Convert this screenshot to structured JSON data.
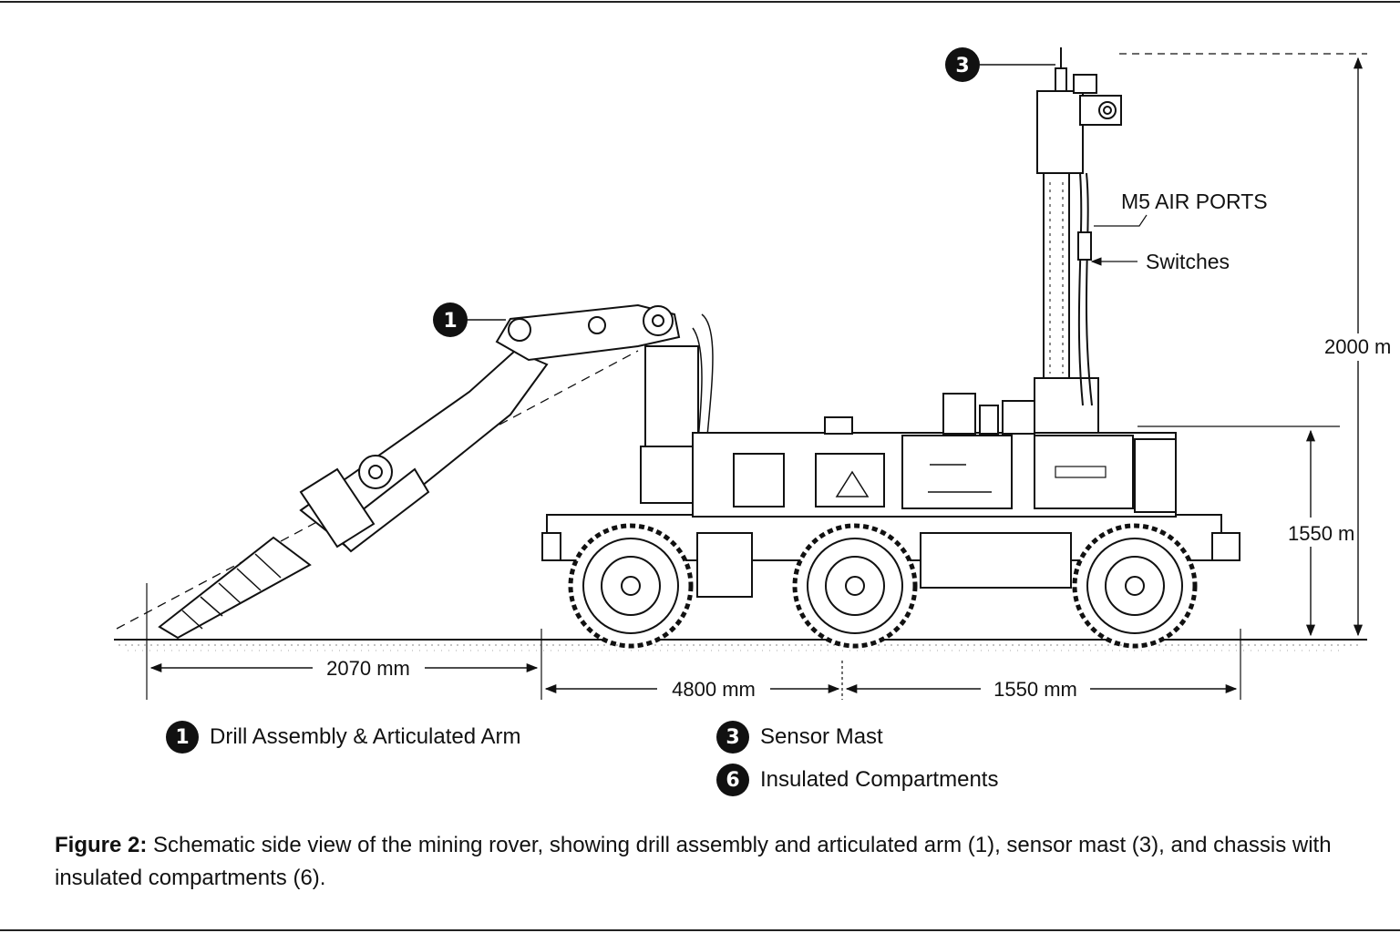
{
  "callouts": {
    "arm_badge": "1",
    "mast_badge": "3",
    "air_ports": "M5 AIR PORTS",
    "switches": "Switches"
  },
  "dimensions": {
    "drill_reach": "2070 mm",
    "wheelbase": "4800 mm",
    "rear_length": "1550 mm",
    "total_height": "2000 m",
    "body_height": "1550 m"
  },
  "legend": [
    {
      "number": "1",
      "label": "Drill Assembly & Articulated Arm"
    },
    {
      "number": "3",
      "label": "Sensor Mast"
    },
    {
      "number": "6",
      "label": "Insulated Compartments"
    }
  ],
  "caption": {
    "lead": "Figure 2:",
    "text": " Schematic side view of the mining rover, showing drill assembly and articulated arm (1), sensor mast (3), and chassis with insulated compartments (6)."
  },
  "colors": {
    "ink": "#111111",
    "paper": "#ffffff"
  }
}
